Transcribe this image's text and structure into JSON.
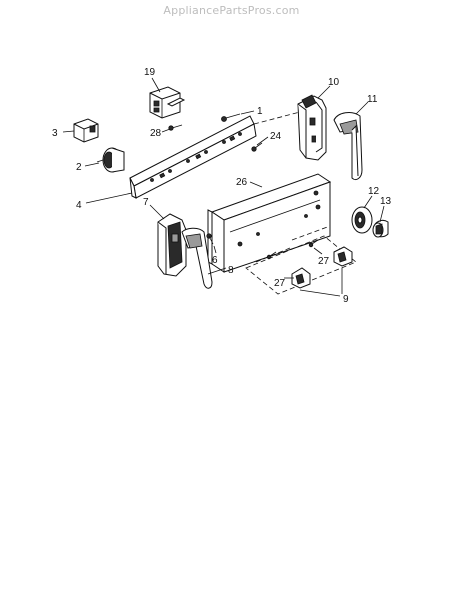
{
  "watermark": "AppliancePartsPros.com",
  "callouts": {
    "c1": "1",
    "c2": "2",
    "c3": "3",
    "c4": "4",
    "c6": "6",
    "c7": "7",
    "c8": "8",
    "c9": "9",
    "c10": "10",
    "c11": "11",
    "c12": "12",
    "c13": "13",
    "c19": "19",
    "c24": "24",
    "c26": "26",
    "c27a": "27",
    "c27b": "27",
    "c28": "28"
  }
}
